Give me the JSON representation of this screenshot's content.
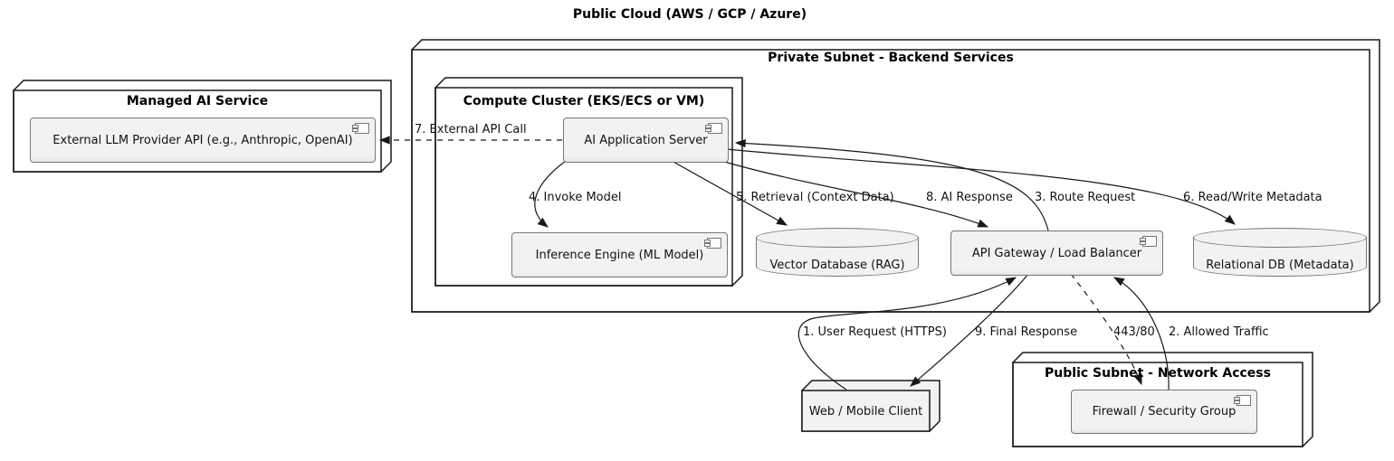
{
  "diagram": {
    "title": "Public Cloud (AWS / GCP / Azure)",
    "kind": "deployment-architecture-diagram"
  },
  "containers": {
    "private_subnet": {
      "label": "Private Subnet - Backend Services"
    },
    "compute_cluster": {
      "label": "Compute Cluster (EKS/ECS or VM)"
    },
    "managed_ai": {
      "label": "Managed AI Service"
    },
    "public_subnet": {
      "label": "Public Subnet - Network Access"
    }
  },
  "components": {
    "external_llm": {
      "label": "External LLM Provider API (e.g., Anthropic, OpenAI)"
    },
    "ai_app_server": {
      "label": "AI Application Server"
    },
    "inference_engine": {
      "label": "Inference Engine (ML Model)"
    },
    "api_gateway": {
      "label": "API Gateway / Load Balancer"
    },
    "firewall": {
      "label": "Firewall / Security Group"
    }
  },
  "databases": {
    "vector_db": {
      "label": "Vector Database (RAG)"
    },
    "relational_db": {
      "label": "Relational DB (Metadata)"
    }
  },
  "actors": {
    "web_client": {
      "label": "Web / Mobile Client"
    }
  },
  "edges": {
    "user_request": {
      "label": "1. User Request (HTTPS)",
      "from": "Web / Mobile Client",
      "to": "API Gateway / Load Balancer",
      "style": "solid"
    },
    "allowed_traffic": {
      "label": "2. Allowed Traffic",
      "from": "Firewall / Security Group",
      "to": "API Gateway / Load Balancer",
      "style": "solid"
    },
    "route_request": {
      "label": "3. Route Request",
      "from": "API Gateway / Load Balancer",
      "to": "AI Application Server",
      "style": "solid"
    },
    "invoke_model": {
      "label": "4. Invoke Model",
      "from": "AI Application Server",
      "to": "Inference Engine (ML Model)",
      "style": "solid"
    },
    "retrieval": {
      "label": "5. Retrieval (Context Data)",
      "from": "AI Application Server",
      "to": "Vector Database (RAG)",
      "style": "solid"
    },
    "read_write_meta": {
      "label": "6. Read/Write Metadata",
      "from": "AI Application Server",
      "to": "Relational DB (Metadata)",
      "style": "solid"
    },
    "external_api": {
      "label": "7. External API Call",
      "from": "AI Application Server",
      "to": "External LLM Provider API",
      "style": "dashed"
    },
    "ai_response": {
      "label": "8. AI Response",
      "from": "AI Application Server",
      "to": "API Gateway / Load Balancer",
      "style": "solid"
    },
    "final_response": {
      "label": "9. Final Response",
      "from": "API Gateway / Load Balancer",
      "to": "Web / Mobile Client",
      "style": "solid"
    },
    "ports": {
      "label": "443/80",
      "from": "API Gateway / Load Balancer",
      "to": "Firewall / Security Group",
      "style": "dashed"
    }
  },
  "colors": {
    "background": "#ffffff",
    "node_border": "#181818",
    "component_fill": "#f2f2f2",
    "component_border": "#767676",
    "edge": "#181818",
    "text": "#121212"
  }
}
